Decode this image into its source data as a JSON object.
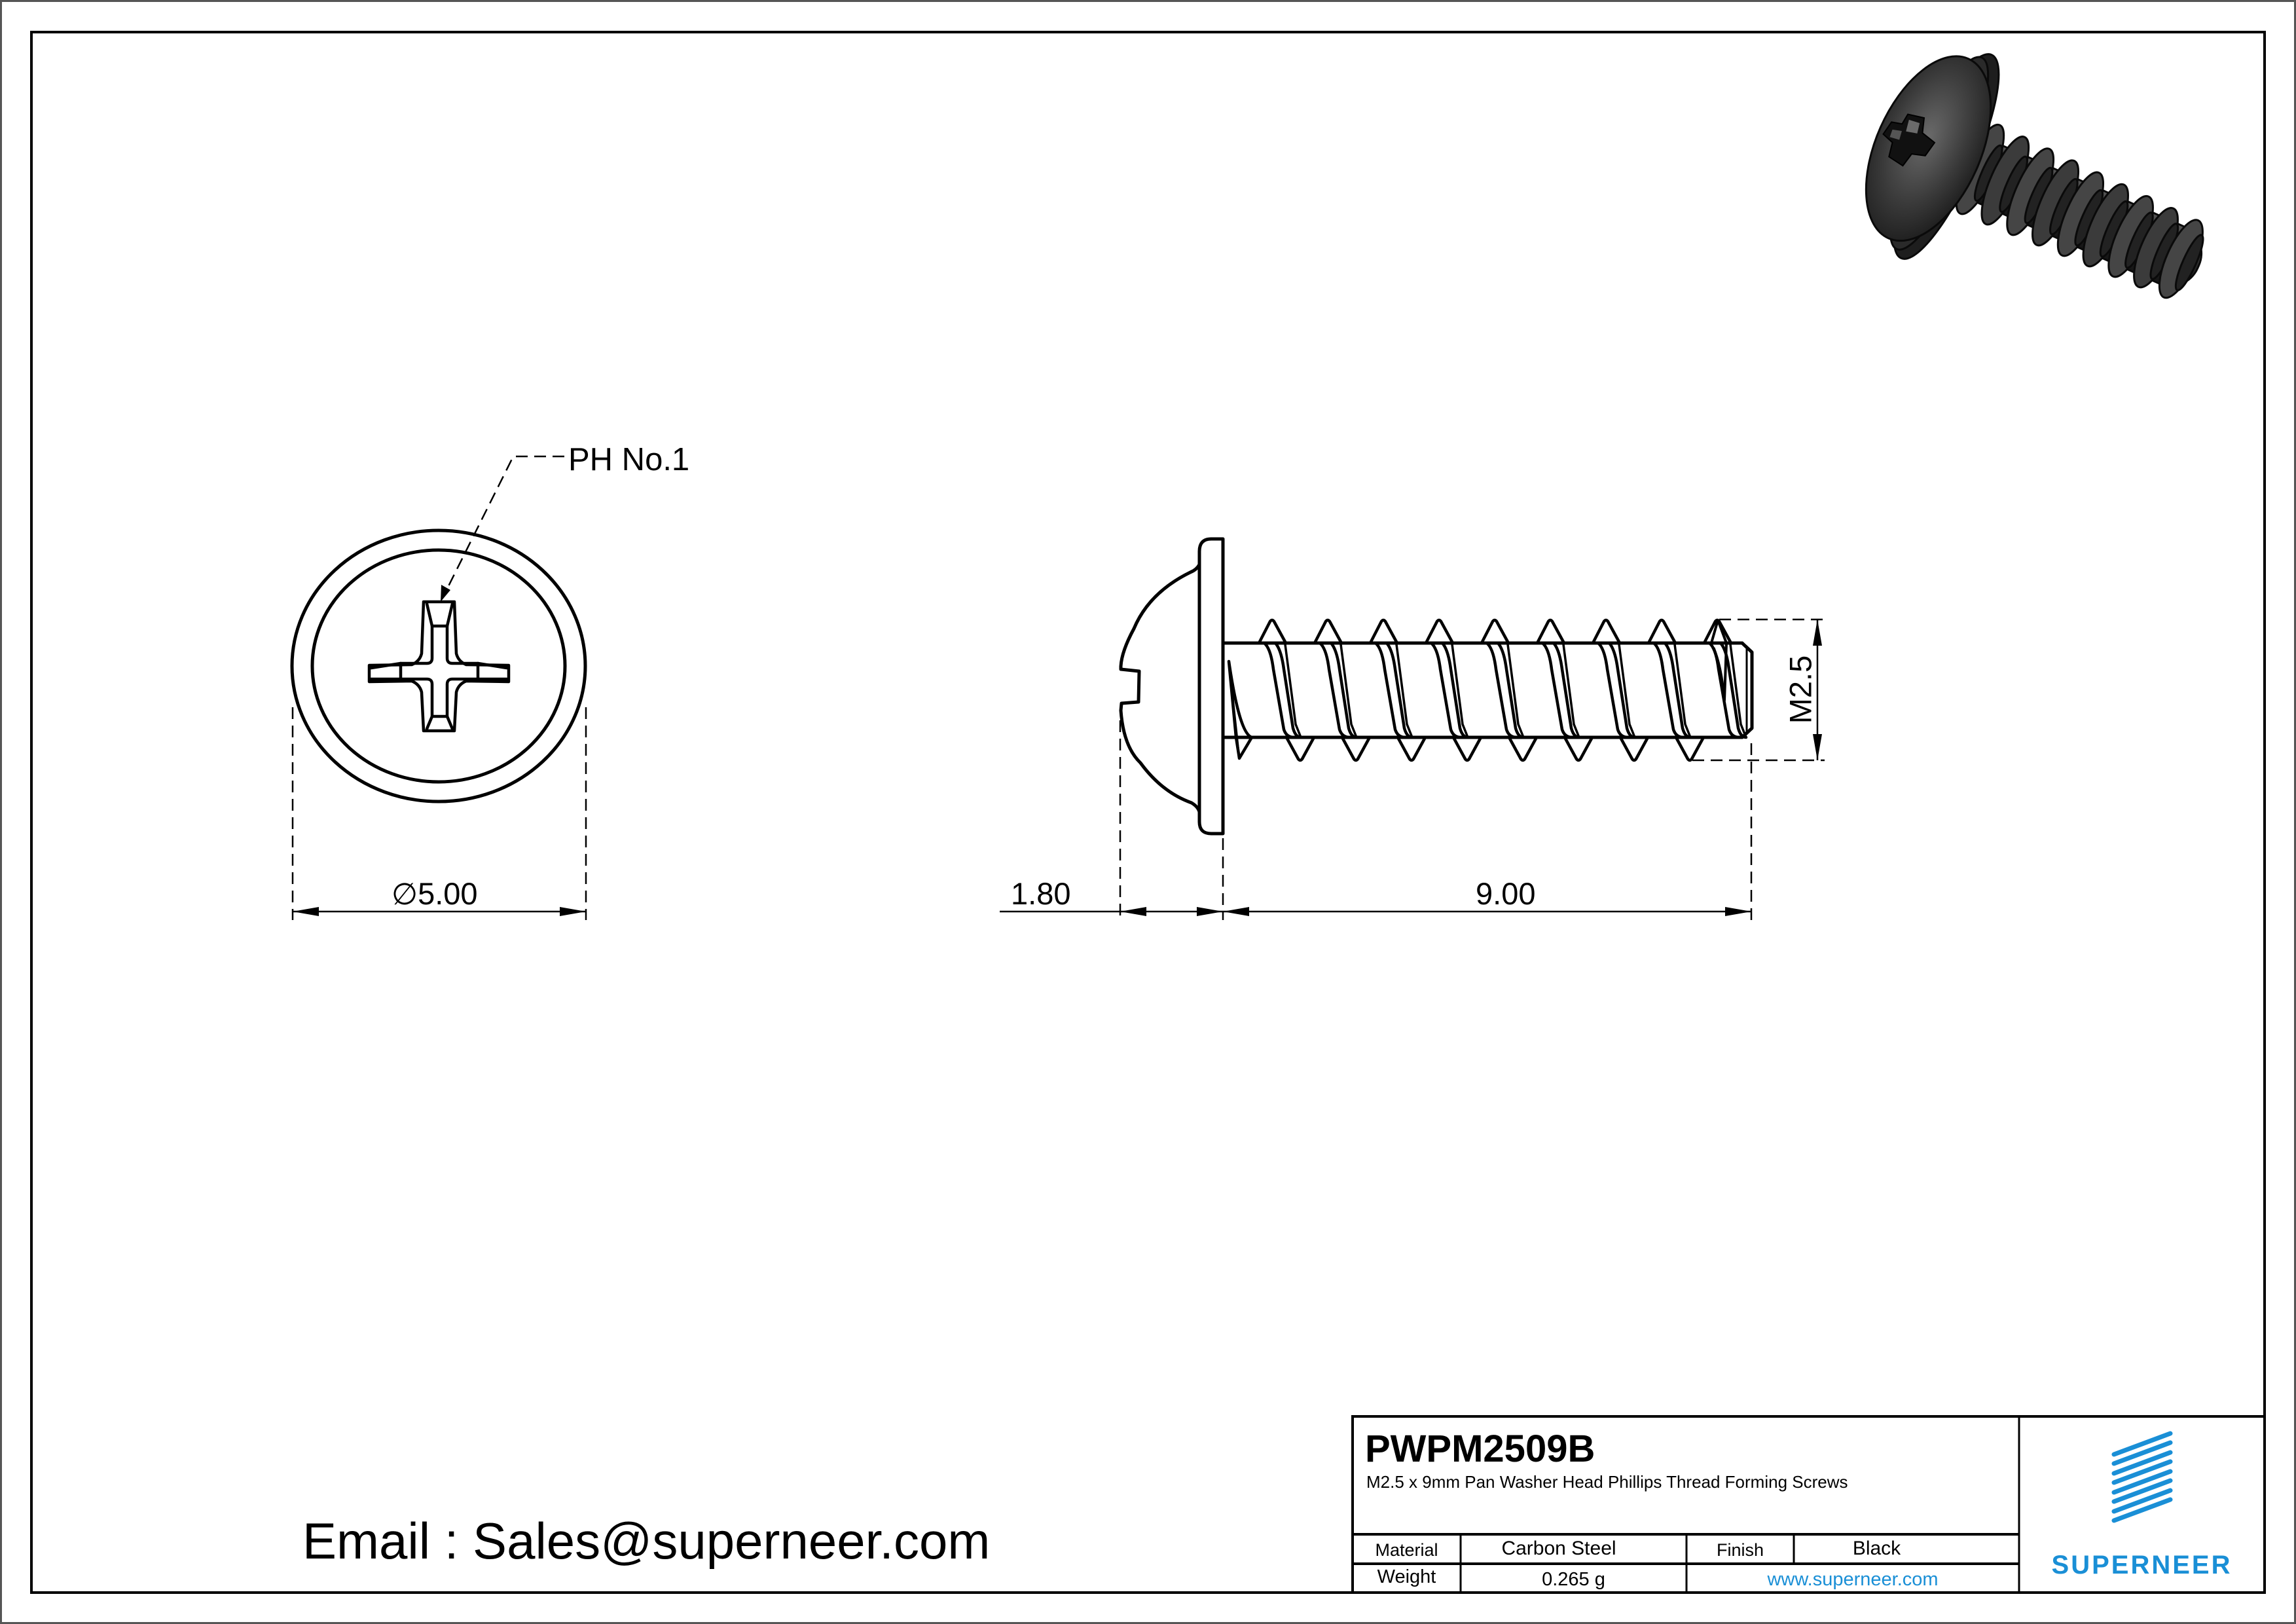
{
  "drawing": {
    "top_view": {
      "drive_label": "PH No.1",
      "diameter_symbol": "∅",
      "diameter_value": "5.00"
    },
    "side_view": {
      "head_height": "1.80",
      "length": "9.00",
      "thread_size": "M2.5"
    },
    "render_3d": {
      "alt": "3D rendering of black pan washer head Phillips thread forming screw",
      "color": "#2b2b2b"
    }
  },
  "contact": {
    "email_line": "Email : Sales@superneer.com"
  },
  "title_block": {
    "part_number": "PWPM2509B",
    "description": "M2.5 x 9mm Pan Washer Head Phillips Thread Forming Screws",
    "material_label": "Material",
    "material_value": "Carbon Steel",
    "finish_label": "Finish",
    "finish_value": "Black",
    "weight_label": "Weight",
    "weight_value": "0.265 g",
    "website": "www.superneer.com",
    "brand": "SUPERNEER",
    "brand_color": "#1a8fd6",
    "logo_icon": "striped-parallelogram-logo"
  }
}
